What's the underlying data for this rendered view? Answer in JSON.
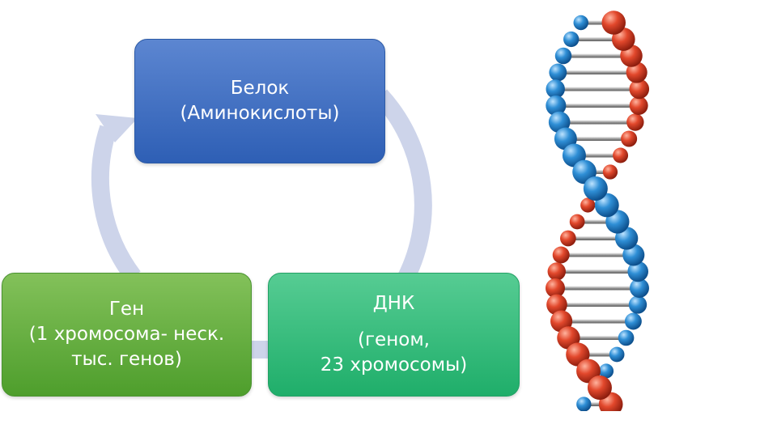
{
  "diagram": {
    "protein": {
      "title": "Белок",
      "subtitle": "(Аминокислоты)"
    },
    "gene": {
      "line1": "Ген",
      "line2": "(1 хромосома- неск.",
      "line3": "тыс. генов)"
    },
    "dna": {
      "title": "ДНК",
      "line2": "(геном,",
      "line3": "23 хромосомы)"
    },
    "colors": {
      "protein_box": "#3b6cc0",
      "gene_box": "#62ae3c",
      "dna_box": "#2fbc79",
      "cycle_arrow": "#cdd4ea",
      "dna_strand_red": "#d9432a",
      "dna_strand_blue": "#2f8fd6"
    }
  },
  "illustration": {
    "name": "dna-double-helix-image"
  }
}
